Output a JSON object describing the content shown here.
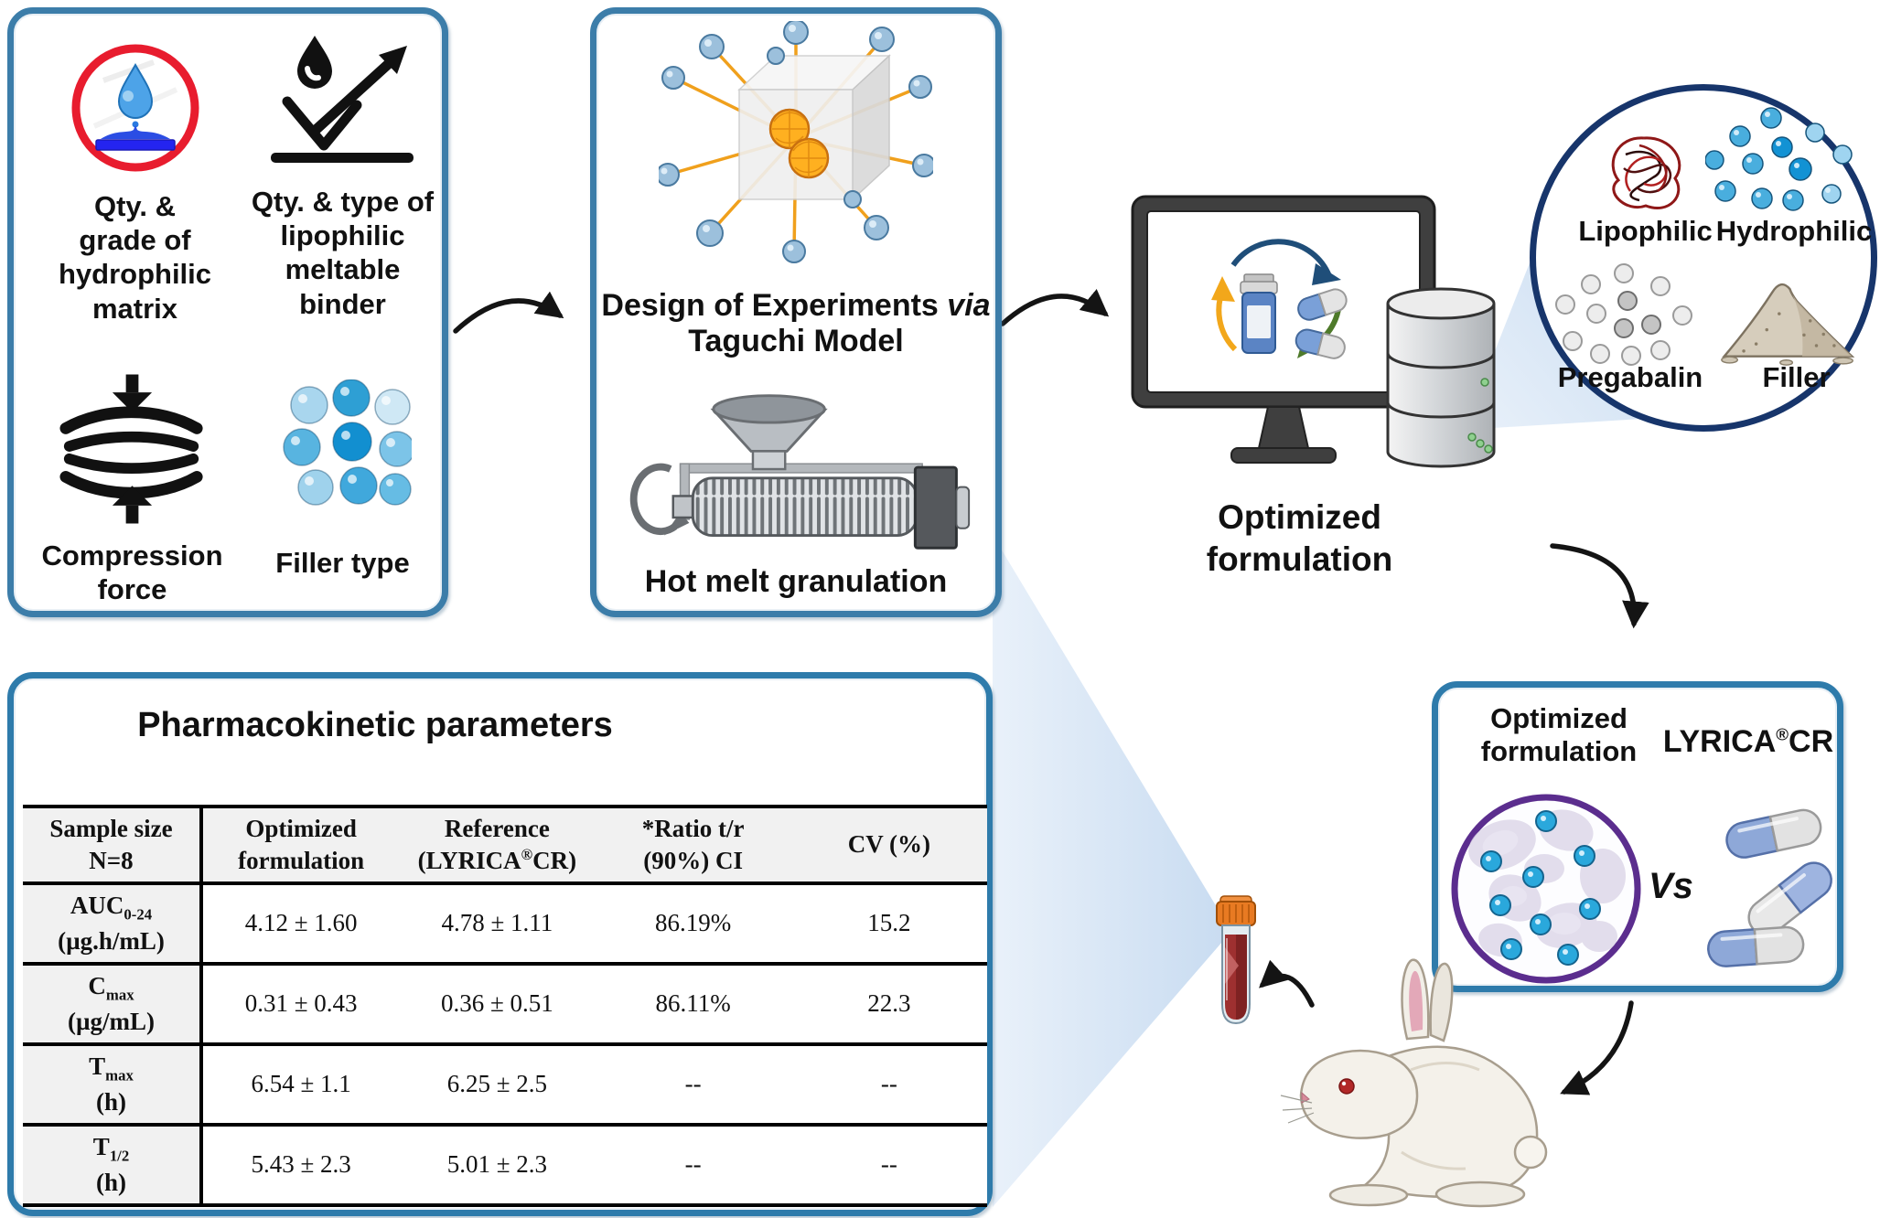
{
  "palette": {
    "panel_border": "#3c7da9",
    "circle_border": "#17356b",
    "purple_circle": "#5b2d8e",
    "red_ring": "#e81c2e",
    "hydrophilic_blue": "#4da3e8",
    "wedge_blue": "#d7e6f6",
    "arrow_black": "#141414",
    "blood_red": "#9e3030",
    "cap_orange": "#e87a22",
    "granule_blue": "#2aa8dc"
  },
  "factors_box": {
    "items": [
      {
        "label": "Qty. &\ngrade of\nhydrophilic\nmatrix"
      },
      {
        "label": "Qty. & type of\nlipophilic\nmeltable\nbinder"
      },
      {
        "label": "Compression\nforce"
      },
      {
        "label": "Filler type"
      }
    ]
  },
  "doe_box": {
    "title_line1": "Design of Experiments",
    "title_via": " via",
    "title_line2": "Taguchi Model",
    "caption": "Hot melt granulation"
  },
  "optimized_caption": "Optimized\nformulation",
  "ingredients_circle": {
    "lipophilic": "Lipophilic",
    "hydrophilic": "Hydrophilic",
    "pregabalin": "Pregabalin",
    "filler": "Filler"
  },
  "comparison_box": {
    "left_title": "Optimized\nformulation",
    "brand": "LYRICA",
    "brand_reg": "®",
    "brand_suffix": "CR",
    "vs": "Vs"
  },
  "pk_table": {
    "title": "Pharmacokinetic parameters",
    "headers": [
      {
        "line1": "Sample size",
        "line2": "N=8"
      },
      {
        "line1": "Optimized",
        "line2": "formulation"
      },
      {
        "line1": "Reference",
        "l2a": "(LYRICA",
        "reg": "®",
        "l2b": "CR)"
      },
      {
        "line1": "*Ratio t/r",
        "line2": "(90%) CI"
      },
      {
        "line1": "CV (%)"
      }
    ],
    "rows": [
      {
        "p_base": "AUC",
        "p_sub": "0-24",
        "p_unit": "(µg.h/mL)",
        "optimized": "4.12 ± 1.60",
        "reference": "4.78 ± 1.11",
        "ratio": "86.19%",
        "cv": "15.2"
      },
      {
        "p_base": "C",
        "p_sub": "max",
        "p_unit": "(µg/mL)",
        "optimized": "0.31 ± 0.43",
        "reference": "0.36 ± 0.51",
        "ratio": "86.11%",
        "cv": "22.3"
      },
      {
        "p_base": "T",
        "p_sub": "max",
        "p_unit": "(h)",
        "optimized": "6.54 ± 1.1",
        "reference": "6.25 ± 2.5",
        "ratio": "--",
        "cv": "--"
      },
      {
        "p_base": "T",
        "p_sub": "1/2",
        "p_unit": "(h)",
        "optimized": "5.43 ± 2.3",
        "reference": "5.01 ± 2.3",
        "ratio": "--",
        "cv": "--"
      }
    ]
  }
}
